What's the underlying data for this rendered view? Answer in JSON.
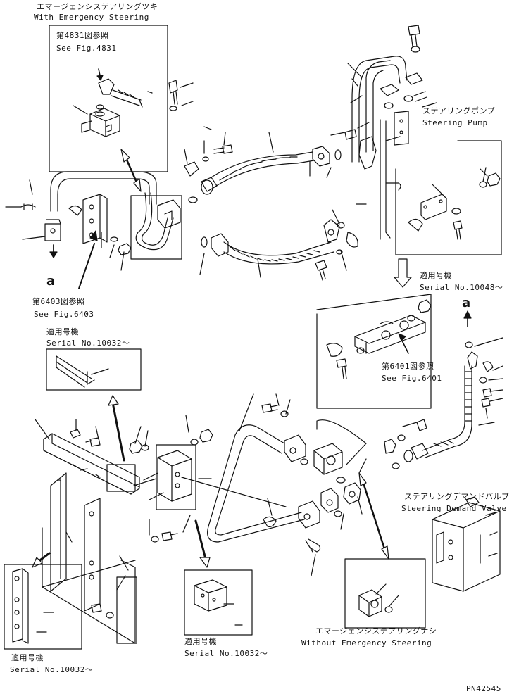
{
  "labels": {
    "with_emergency_jp": "エマージェンシステアリングツキ",
    "with_emergency_en": "With Emergency Steering",
    "ref4831_jp": "第4831図参照",
    "ref4831_en": "See Fig.4831",
    "steering_pump_jp": "ステアリングポンプ",
    "steering_pump_en": "Steering Pump",
    "applicable_jp": "適用号機",
    "serial_10048": "Serial No.10048～",
    "mark_a": "a",
    "ref6403_jp": "第6403図参照",
    "ref6403_en": "See Fig.6403",
    "serial_10032": "Serial No.10032～",
    "ref6401_jp": "第6401図参照",
    "ref6401_en": "See Fig.6401",
    "demand_valve_jp": "ステアリングデマンドバルブ",
    "demand_valve_en": "Steering Demand Valve",
    "without_emergency_jp": "エマージェンシステアリングナシ",
    "without_emergency_en": "Without Emergency Steering",
    "figure_no": "PN42545"
  }
}
